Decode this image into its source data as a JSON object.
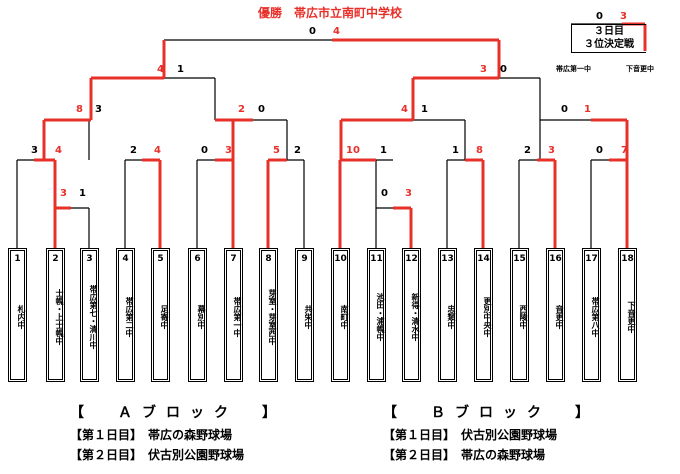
{
  "winner_label": "優勝　帯広市立南町中学校",
  "teams": [
    {
      "num": "1",
      "name": "札内中"
    },
    {
      "num": "2",
      "name": "士幌・上士幌中"
    },
    {
      "num": "3",
      "name": "帯広第七・清川中"
    },
    {
      "num": "4",
      "name": "帯広第二中"
    },
    {
      "num": "5",
      "name": "足寄中"
    },
    {
      "num": "6",
      "name": "幕別中"
    },
    {
      "num": "7",
      "name": "帯広第一中"
    },
    {
      "num": "8",
      "name": "芽室・芽室西中"
    },
    {
      "num": "9",
      "name": "共栄中"
    },
    {
      "num": "10",
      "name": "南町中"
    },
    {
      "num": "11",
      "name": "池田・浦幌中"
    },
    {
      "num": "12",
      "name": "新得・清水中"
    },
    {
      "num": "13",
      "name": "忠類中"
    },
    {
      "num": "14",
      "name": "更別中央中"
    },
    {
      "num": "15",
      "name": "西陵中"
    },
    {
      "num": "16",
      "name": "音更中"
    },
    {
      "num": "17",
      "name": "帯広第八中"
    },
    {
      "num": "18",
      "name": "下音更中"
    }
  ],
  "scores": {
    "final_left": "0",
    "final_right": "4",
    "semi_a_left": "4",
    "semi_a_right": "1",
    "semi_b_left": "3",
    "semi_b_right": "0",
    "qf_a1_left": "8",
    "qf_a1_right": "3",
    "qf_a2_left": "2",
    "qf_a2_right": "0",
    "qf_b1_left": "4",
    "qf_b1_right": "1",
    "qf_b2_left": "0",
    "qf_b2_right": "1",
    "r1_a_left": "3",
    "r1_a_right": "4",
    "r1_b_left": "2",
    "r1_b_right": "4",
    "r1_c_left": "0",
    "r1_c_right": "3",
    "r1_d_left": "5",
    "r1_d_right": "2",
    "r1_e_left": "10",
    "r1_e_right": "1",
    "r1_f_left": "1",
    "r1_f_right": "8",
    "r1_g_left": "2",
    "r1_g_right": "3",
    "r1_h_left": "0",
    "r1_h_right": "7",
    "pre_a_left": "3",
    "pre_a_right": "1",
    "pre_b_left": "0",
    "pre_b_right": "3",
    "third_left": "0",
    "third_right": "3"
  },
  "third_place": {
    "day": "３日目",
    "label": "３位決定戦",
    "team_left": "帯広第一中",
    "team_right": "下音更中"
  },
  "block_a": {
    "title": "【　Ａブロック　】",
    "day1": "【第１日目】　帯広の森野球場",
    "day2": "【第２日目】　伏古別公園野球場"
  },
  "block_b": {
    "title": "【　Ｂブロック　】",
    "day1": "【第１日目】　伏古別公園野球場",
    "day2": "【第２日目】　帯広の森野球場"
  },
  "colors": {
    "win": "#e8302a",
    "line": "#000000"
  }
}
